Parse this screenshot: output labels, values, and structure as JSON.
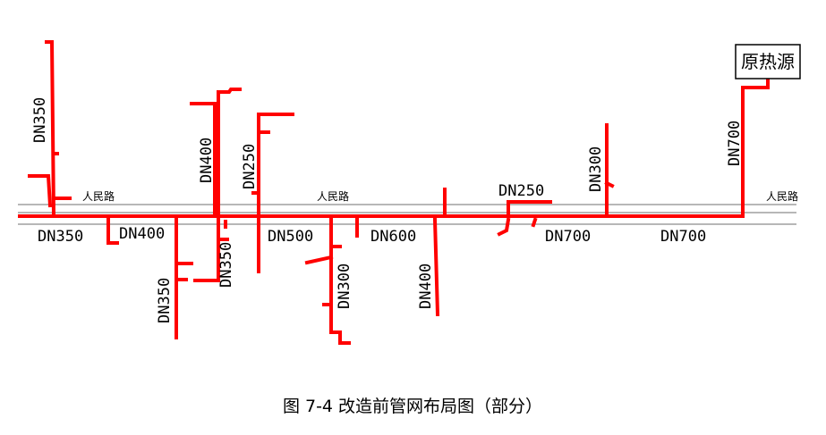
{
  "road_name": "人民路",
  "heat_source": "原热源",
  "caption": "图 7-4 改造前管网布局图（部分）",
  "pipe_color": "#ff0000",
  "labels": {
    "dn350_top": "DN350",
    "dn350_main": "DN350",
    "dn400_main": "DN400",
    "dn400_up": "DN400",
    "dn350_down_a": "DN350",
    "dn350_down_b": "DN350",
    "dn250_up": "DN250",
    "dn500_main": "DN500",
    "dn300_down": "DN300",
    "dn600_main": "DN600",
    "dn400_down": "DN400",
    "dn250_branch": "DN250",
    "dn700_main_a": "DN700",
    "dn300_up": "DN300",
    "dn700_main_b": "DN700",
    "dn700_up": "DN700"
  }
}
